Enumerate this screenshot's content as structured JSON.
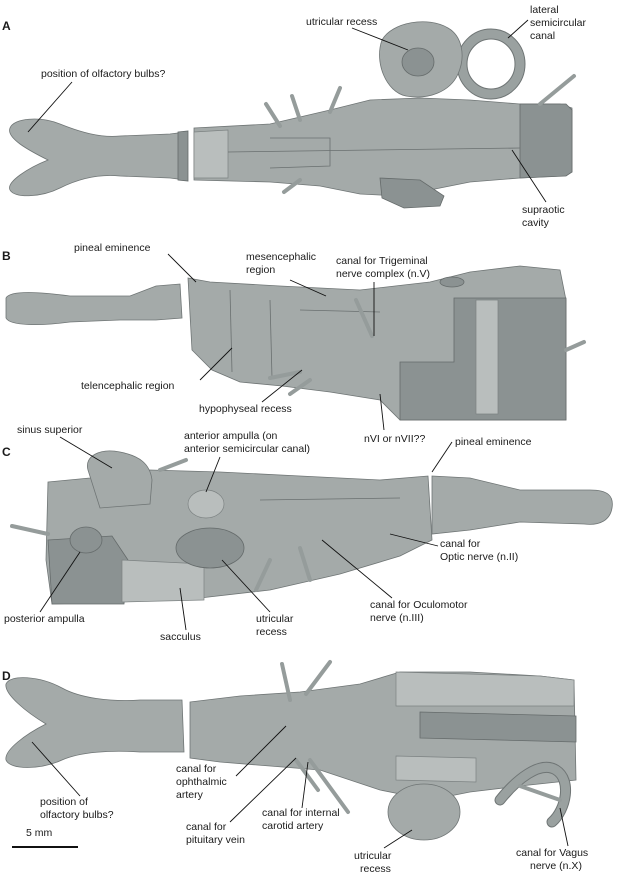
{
  "panels": {
    "A": {
      "letter": "A",
      "labels": {
        "utricular_recess": "utricular recess",
        "lateral_line1": "lateral",
        "lateral_line2": "semicircular",
        "lateral_line3": "canal",
        "olfactory": "position of olfactory bulbs?",
        "supraotic_line1": "supraotic",
        "supraotic_line2": "cavity"
      }
    },
    "B": {
      "letter": "B",
      "labels": {
        "trigeminal_line1": "canal for Trigeminal",
        "trigeminal_line2": "nerve complex (n.V)",
        "pineal": "pineal eminence",
        "mesencephalic_line1": "mesencephalic",
        "mesencephalic_line2": "region",
        "telencephalic": "telencephalic region",
        "hypophyseal": "hypophyseal recess",
        "nvi": "nVI or nVII??"
      }
    },
    "C": {
      "letter": "C",
      "labels": {
        "sinus": "sinus superior",
        "anterior_line1": "anterior ampulla (on",
        "anterior_line2": "anterior semicircular canal)",
        "pineal": "pineal eminence",
        "optic_line1": "canal for",
        "optic_line2": "Optic nerve (n.II)",
        "posterior": "posterior ampulla",
        "oculomotor_line1": "canal for Oculomotor",
        "oculomotor_line2": "nerve (n.III)",
        "utricular_line1": "utricular",
        "utricular_line2": "recess",
        "sacculus": "sacculus"
      }
    },
    "D": {
      "letter": "D",
      "labels": {
        "olfactory_line1": "position of",
        "olfactory_line2": "olfactory bulbs?",
        "ophthalmic_line1": "canal for",
        "ophthalmic_line2": "ophthalmic",
        "ophthalmic_line3": "artery",
        "carotid_line1": "canal for internal",
        "carotid_line2": "carotid artery",
        "pituitary_line1": "canal for",
        "pituitary_line2": "pituitary vein",
        "utricular_line1": "utricular",
        "utricular_line2": "recess",
        "vagus_line1": "canal for Vagus",
        "vagus_line2": "nerve (n.X)"
      }
    }
  },
  "scale_bar": {
    "label": "5 mm"
  },
  "colors": {
    "specimen": "#a4aaa9",
    "specimen_shadow": "#8b9292",
    "text": "#1a1a1a"
  }
}
